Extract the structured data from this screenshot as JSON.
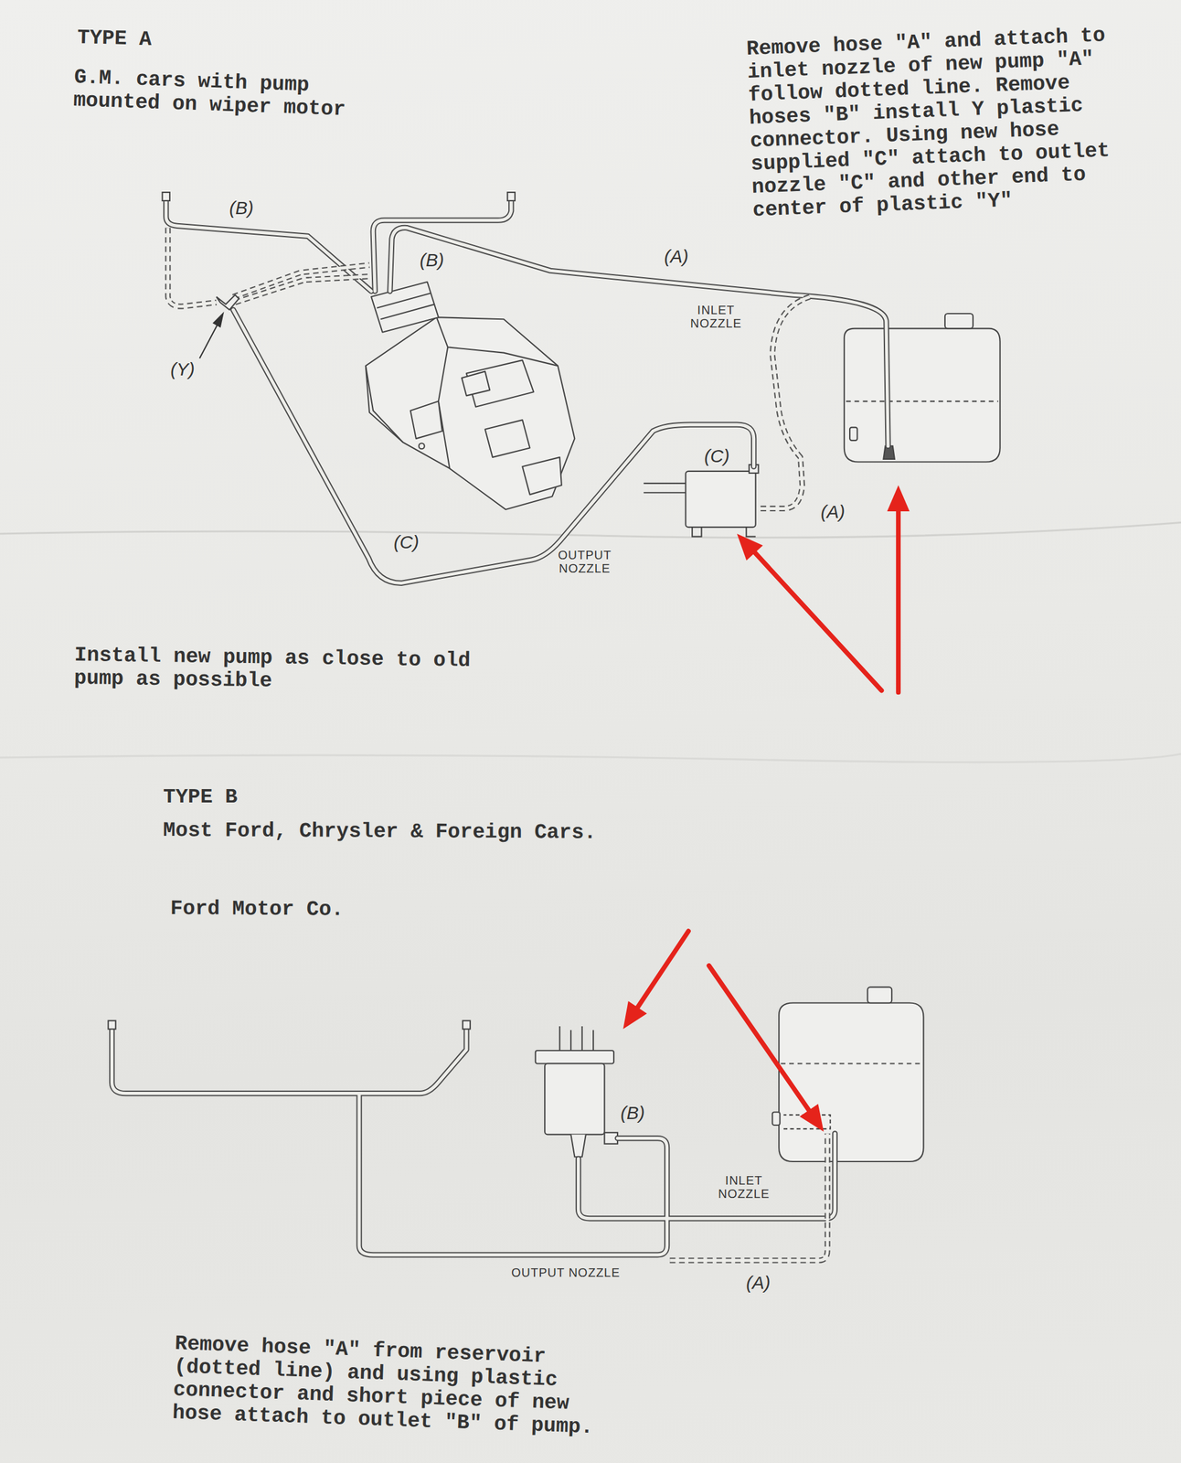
{
  "diagram": {
    "labels": [
      "TYPE A",
      "G.M. cars with pump mounted on wiper motor",
      "Remove hose \"A\" and attach to inlet nozzle of new pump \"A\" follow dotted line. Remove hoses \"B\" install Y plastic connector. Using new hose supplied \"C\" attach to outlet nozzle \"C\" and other end to center of plastic \"Y\"",
      "(B)",
      "(B)",
      "(A)",
      "INLET NOZZLE",
      "(Y)",
      "(C)",
      "(A)",
      "(C)",
      "OUTPUT NOZZLE",
      "Install new pump as close to old pump as possible",
      "TYPE B",
      "Most Ford, Chrysler & Foreign Cars.",
      "Ford Motor Co.",
      "(B)",
      "INLET NOZZLE",
      "OUTPUT NOZZLE",
      "(A)",
      "Remove hose \"A\" from reservoir (dotted line) and using plastic connector and short piece of new hose attach to outlet \"B\" of pump."
    ]
  }
}
